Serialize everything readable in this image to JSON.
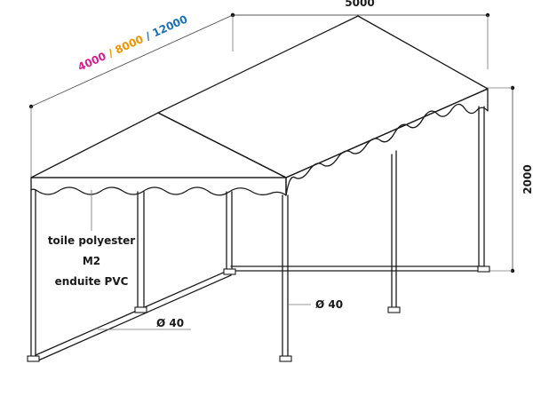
{
  "dimensions": {
    "length_options": [
      {
        "text": "4000",
        "color": "#d6208f"
      },
      {
        "text": "8000",
        "color": "#f29400"
      },
      {
        "text": "12000",
        "color": "#1d71b8"
      }
    ],
    "separator": " / ",
    "width": "5000",
    "height": "2000"
  },
  "labels": {
    "fabric_line1": "toile polyester",
    "fabric_line2": "M2",
    "fabric_line3": "enduite PVC",
    "tube_diameter_side": "Ø 40",
    "tube_diameter_front": "Ø 40"
  }
}
